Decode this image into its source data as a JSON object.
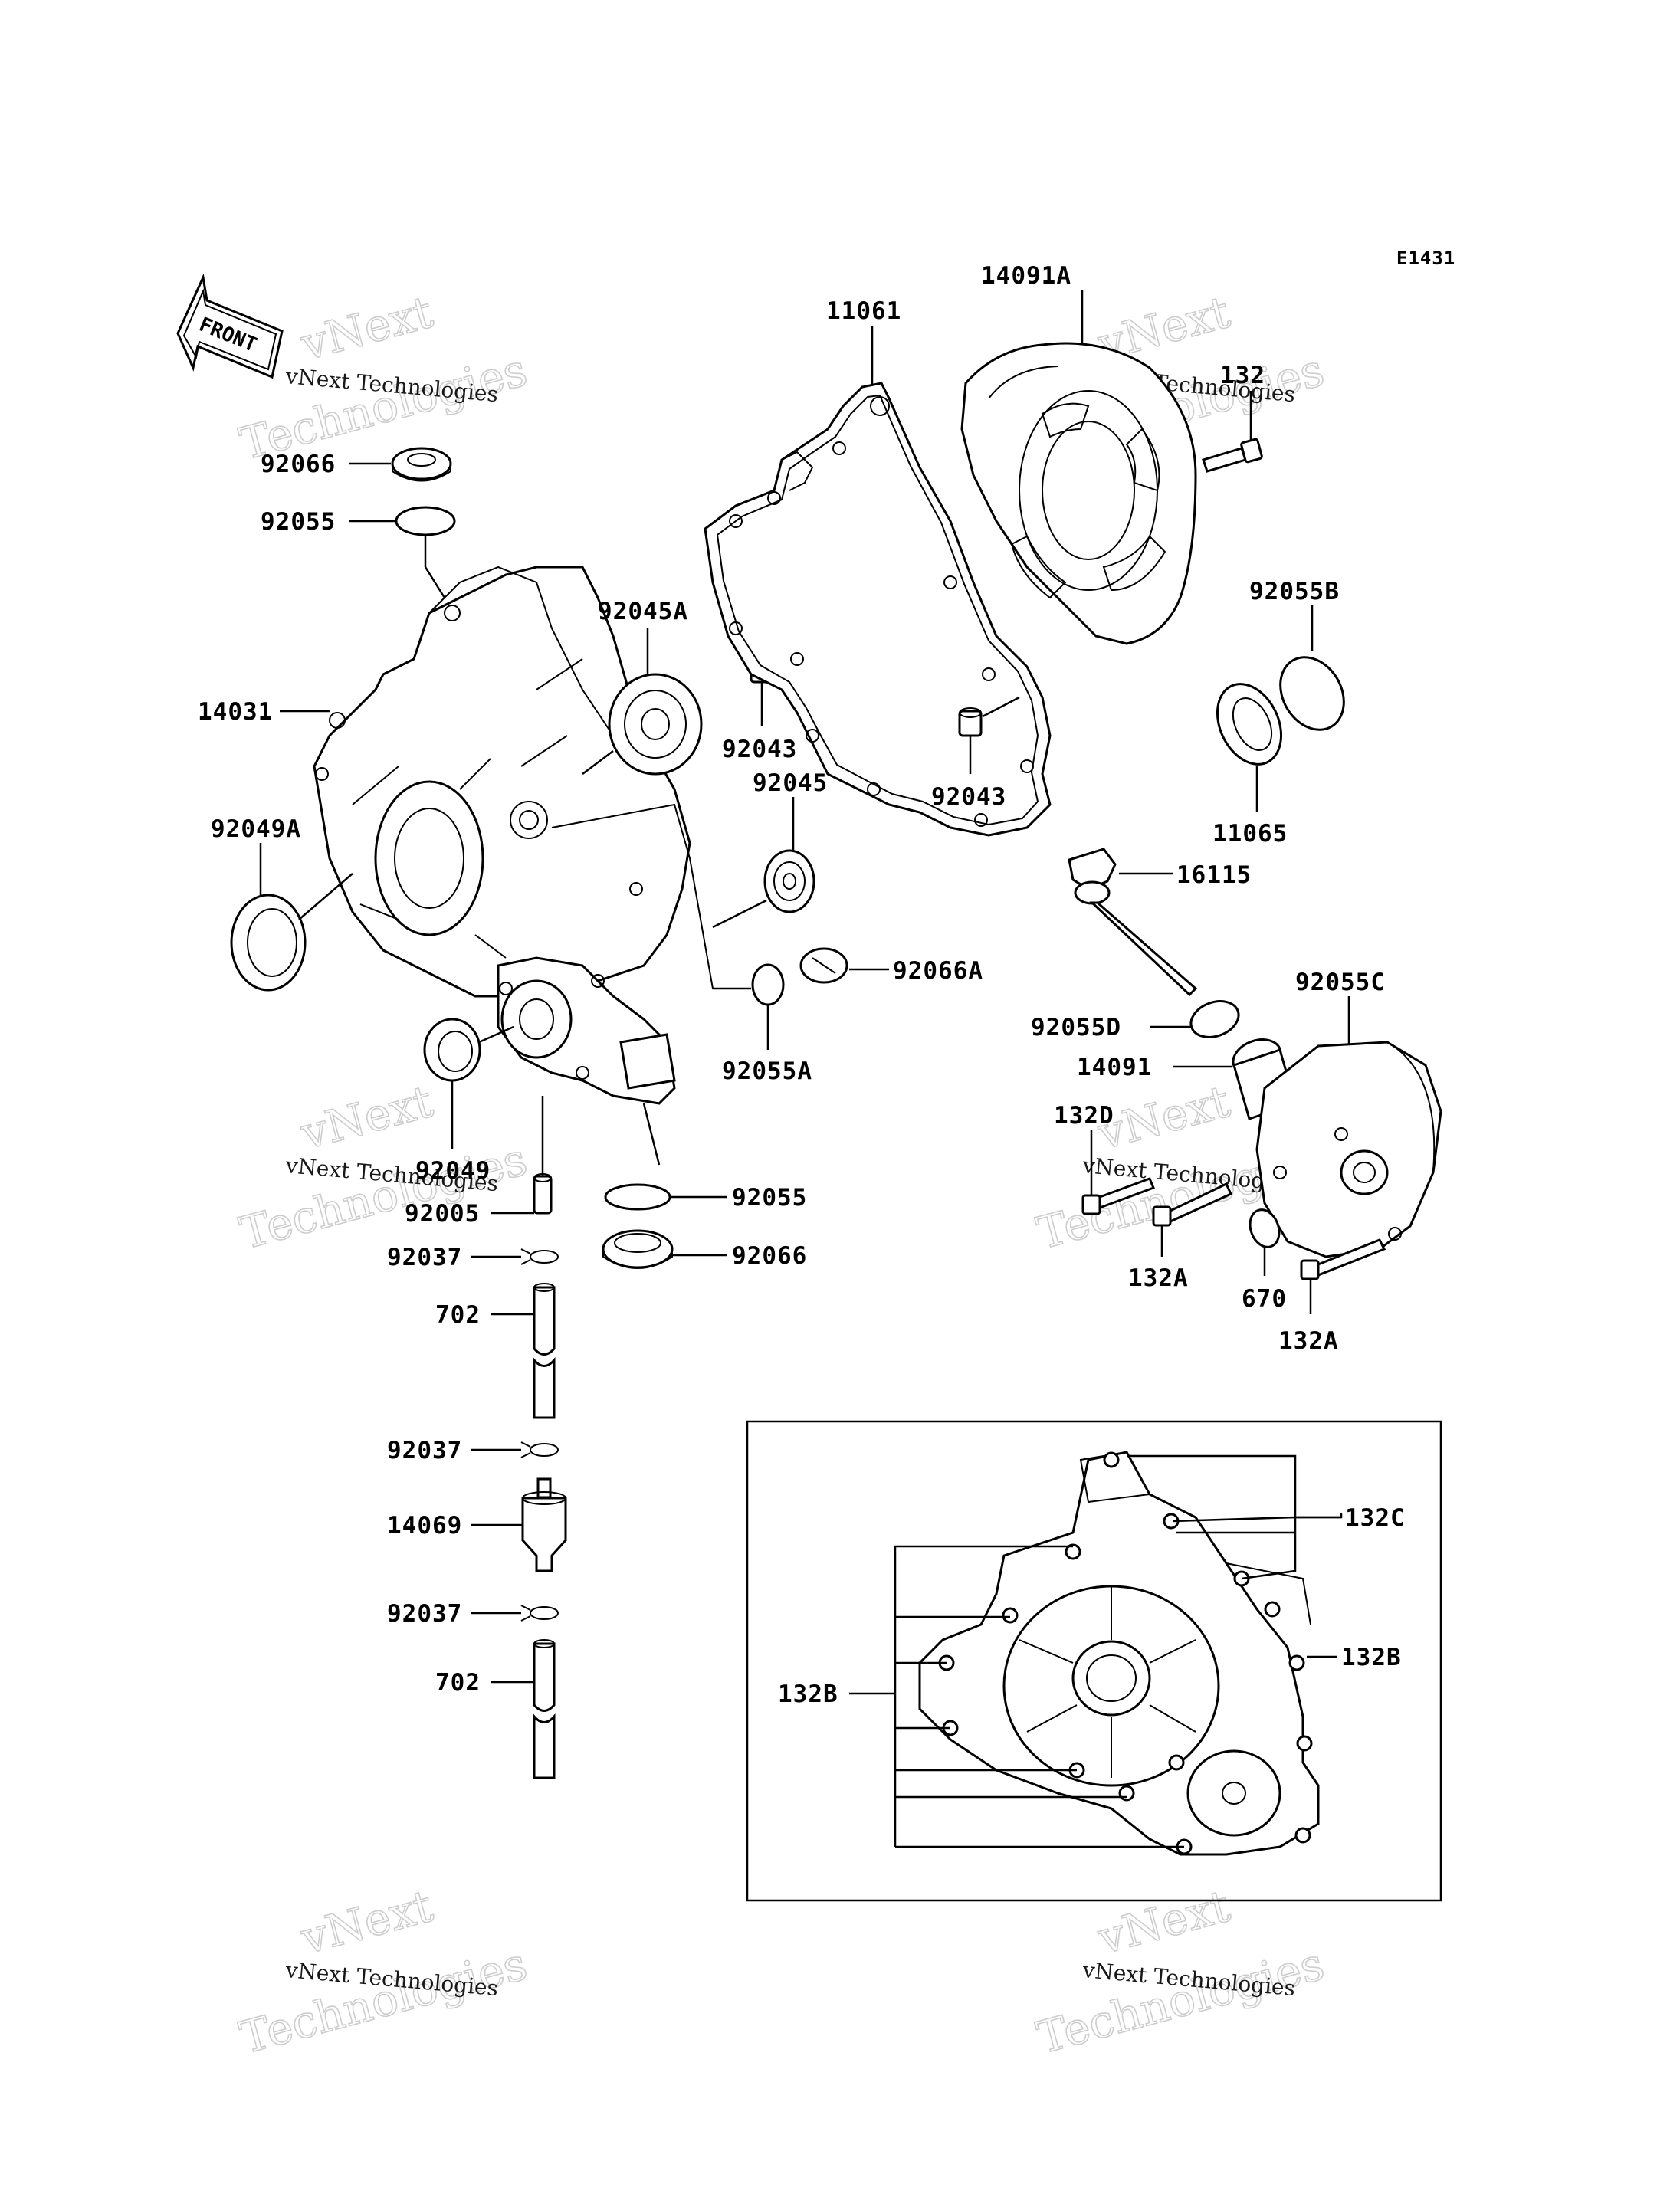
{
  "diagram_code": "E1431",
  "front_label": "FRONT",
  "watermark": {
    "brand": "vNext",
    "company": "vNext Technologies",
    "word": "Technologies"
  },
  "labels": {
    "p92066_top": "92066",
    "p92055_top": "92055",
    "p14031": "14031",
    "p92049A": "92049A",
    "p92045A": "92045A",
    "p92043_left": "92043",
    "p92045": "92045",
    "p92066A": "92066A",
    "p92055A": "92055A",
    "p92049": "92049",
    "p92005": "92005",
    "p92037_1": "92037",
    "p702_1": "702",
    "p92037_2": "92037",
    "p14069": "14069",
    "p92037_3": "92037",
    "p702_2": "702",
    "p92055_bottom": "92055",
    "p92066_bottom": "92066",
    "p11061": "11061",
    "p14091A": "14091A",
    "p132_top": "132",
    "p92055B": "92055B",
    "p11065": "11065",
    "p92043_right": "92043",
    "p16115": "16115",
    "p92055C": "92055C",
    "p92055D": "92055D",
    "p14091": "14091",
    "p132D": "132D",
    "p132A_1": "132A",
    "p670": "670",
    "p132A_2": "132A",
    "p132C": "132C",
    "p132B_right": "132B",
    "p132B_left": "132B"
  }
}
